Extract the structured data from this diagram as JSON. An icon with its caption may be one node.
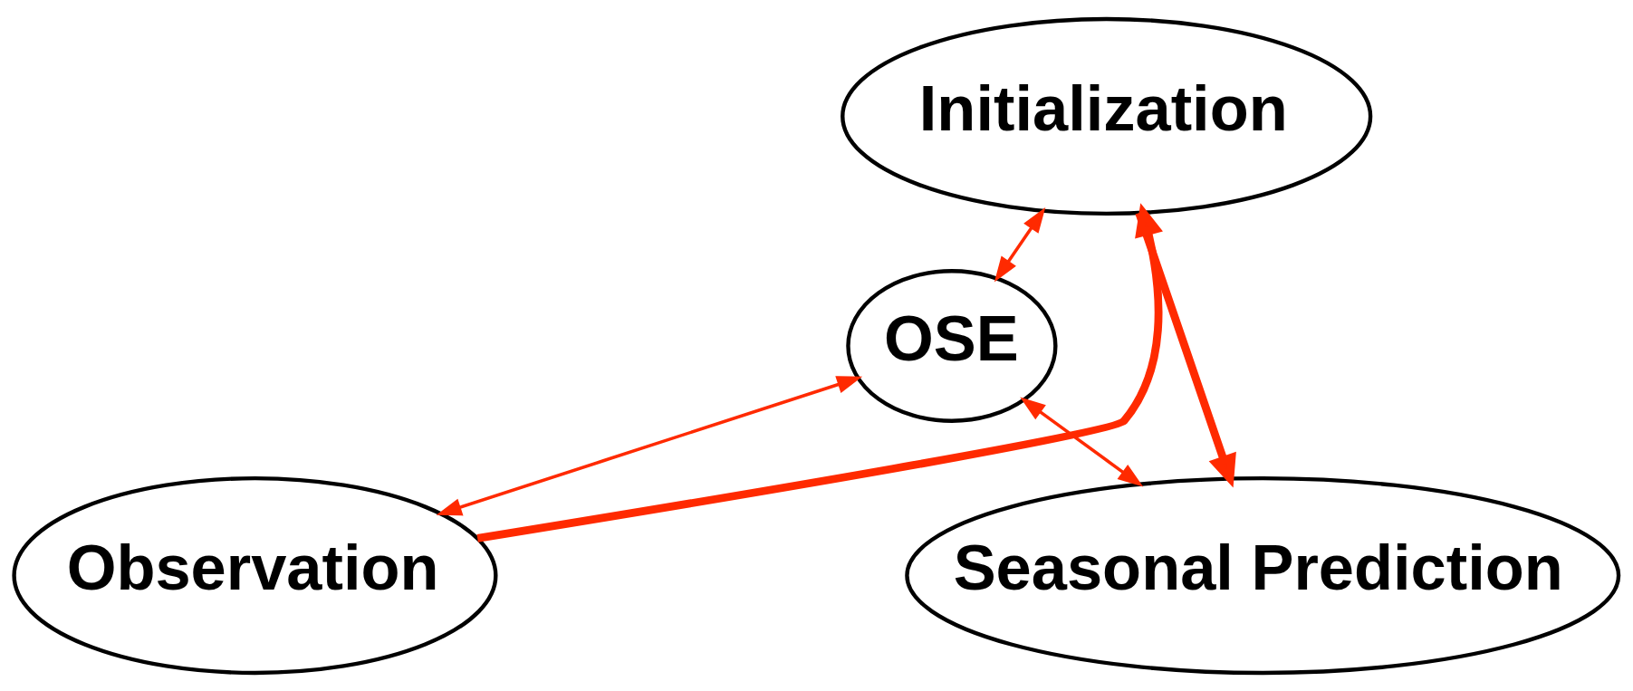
{
  "diagram": {
    "nodes": [
      {
        "text": [
          "Initialization"
        ]
      },
      {
        "text": [
          "OSE"
        ]
      },
      {
        "text": [
          "Observation"
        ]
      },
      {
        "text": [
          "Seasonal Prediction"
        ]
      }
    ],
    "edges": [
      {
        "from": 2,
        "to": 0,
        "arrow": "to",
        "style": "thick"
      },
      {
        "from": 0,
        "to": 3,
        "arrow": "to",
        "style": "thick"
      },
      {
        "from": 0,
        "to": 1,
        "arrow": "both"
      },
      {
        "from": 1,
        "to": 2,
        "arrow": "both"
      },
      {
        "from": 1,
        "to": 3,
        "arrow": "both"
      }
    ]
  }
}
